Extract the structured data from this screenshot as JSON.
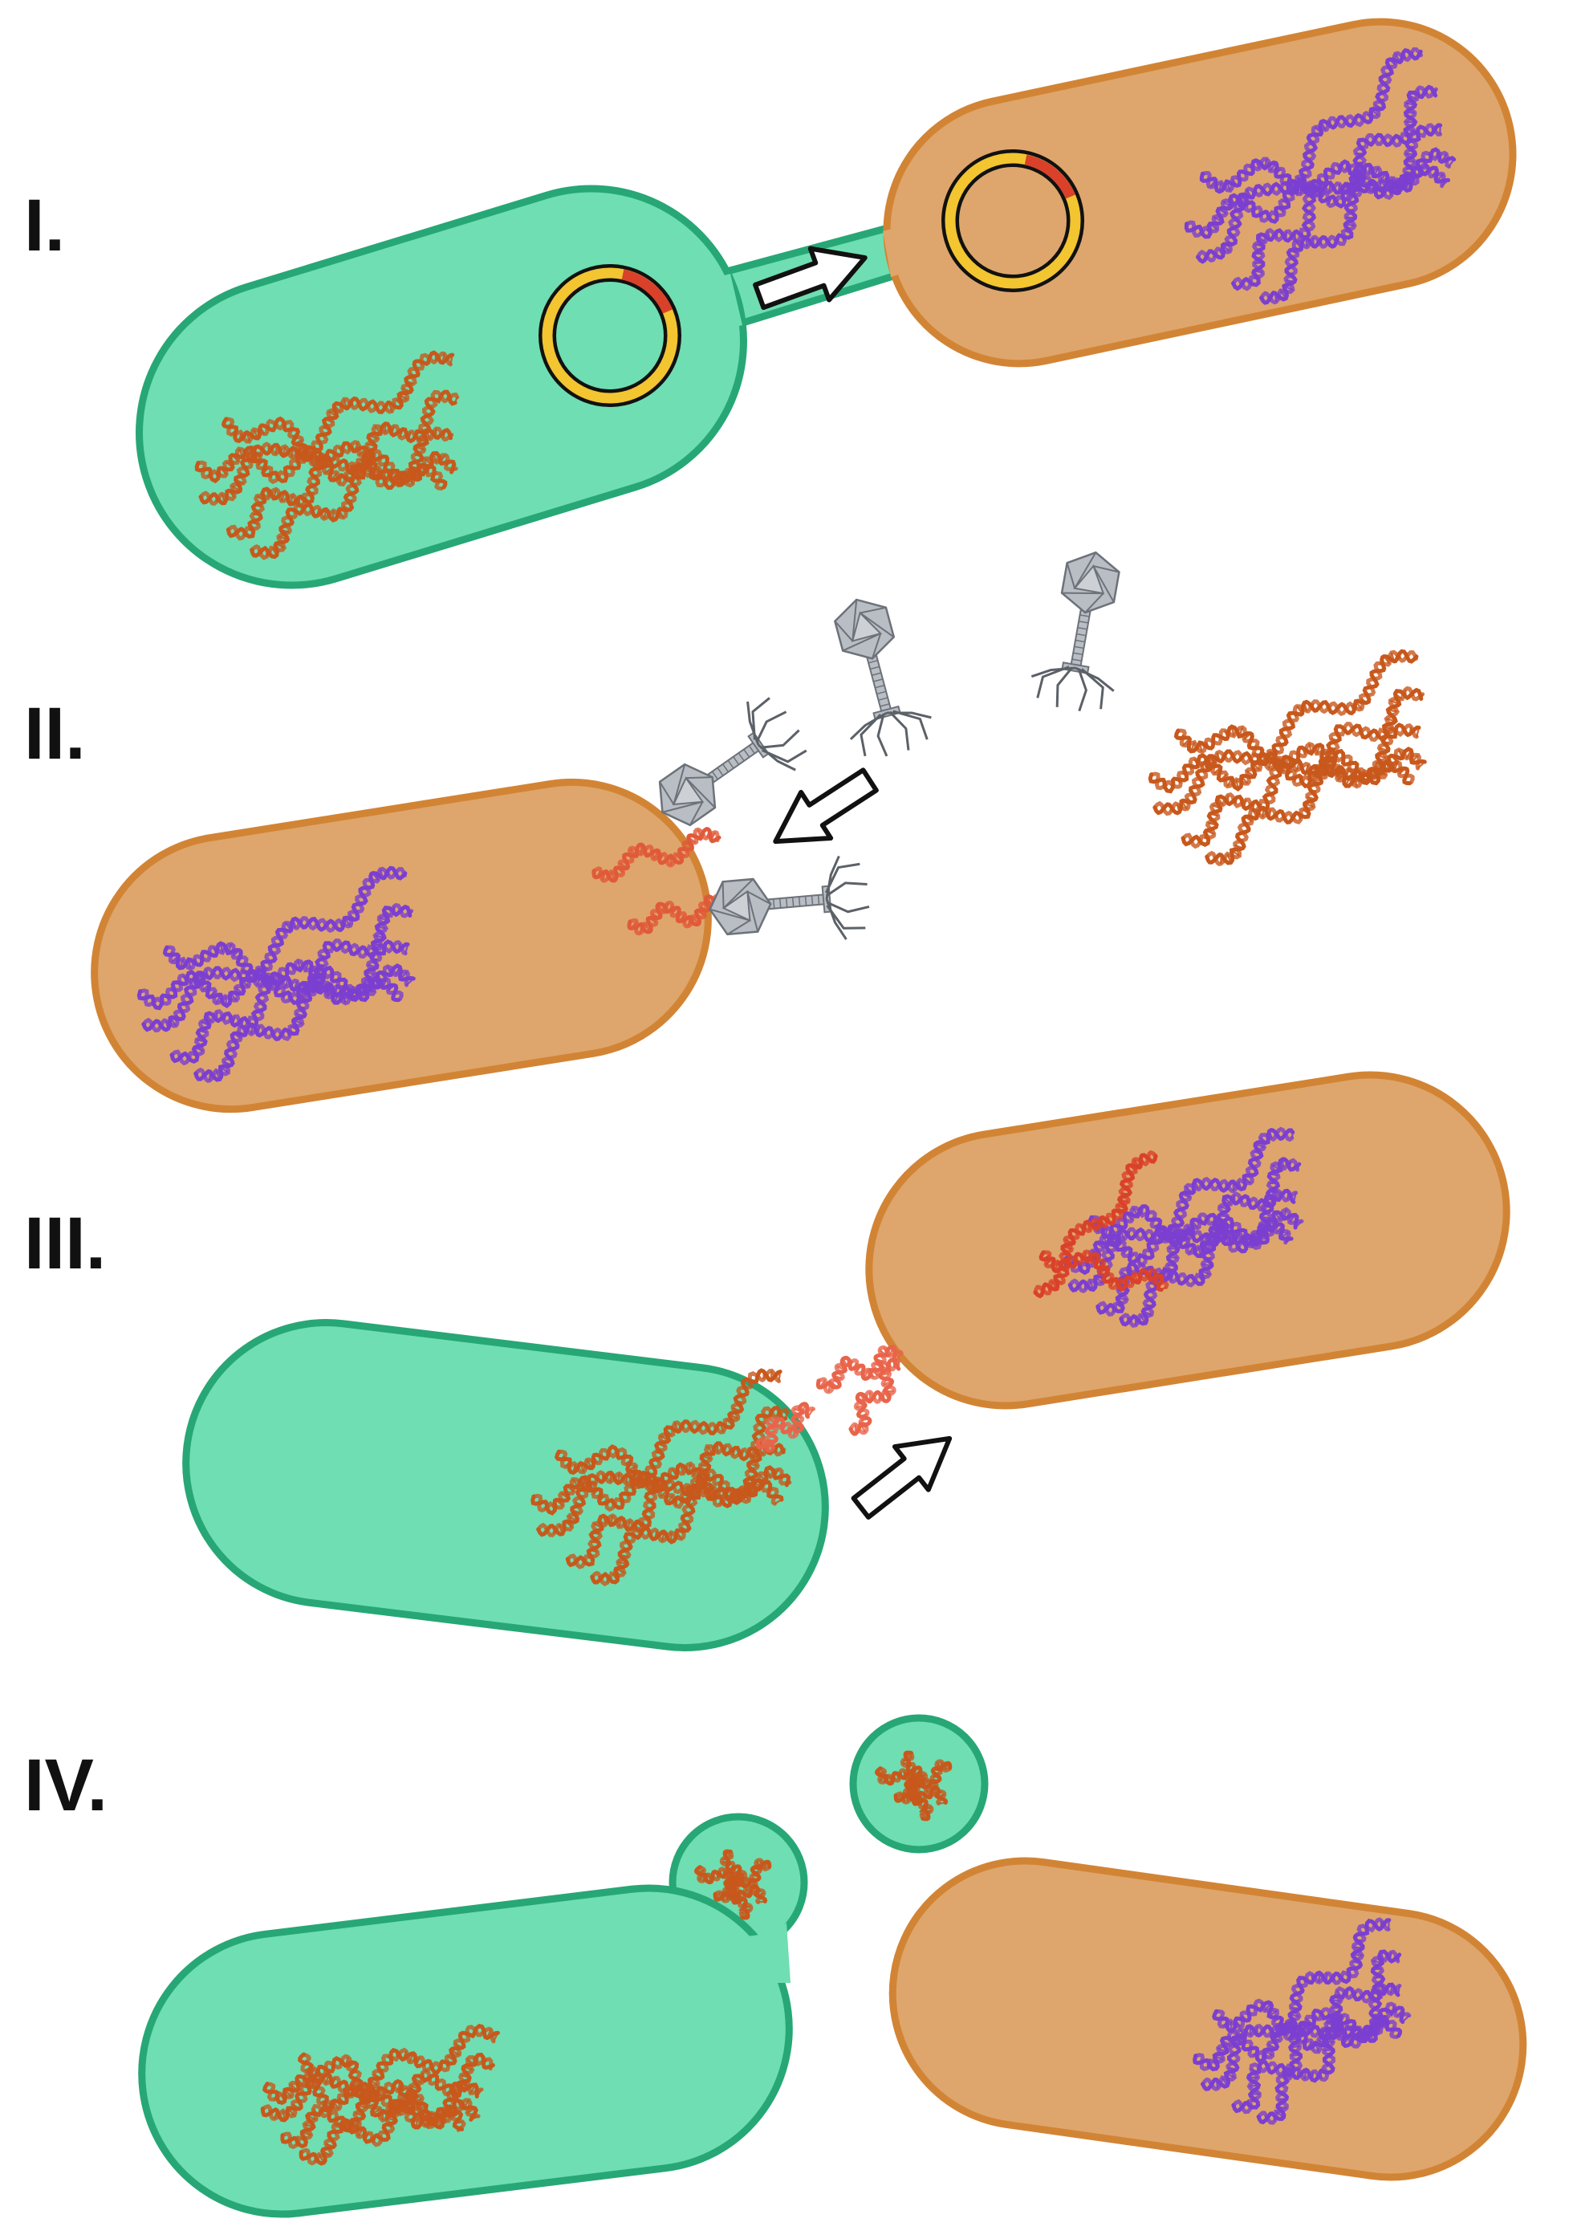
{
  "panels": [
    {
      "label": "I."
    },
    {
      "label": "II."
    },
    {
      "label": "III."
    },
    {
      "label": "IV."
    }
  ],
  "colors": {
    "donor_cell_fill": "#6fdeb2",
    "donor_cell_outline": "#27a776",
    "recipient_cell_fill": "#dea66c",
    "recipient_cell_outline": "#d28435",
    "donor_dna": "#c8581c",
    "donor_dna_fragment": "#e8644a",
    "recipient_dna": "#7b3fd1",
    "plasmid_ring": "#f2c531",
    "plasmid_gene": "#d9412b",
    "phage": "#b9bdc4",
    "phage_outline": "#6d727a",
    "arrow": "#ffffff"
  },
  "icons": [
    "plasmid-icon",
    "bacteriophage-icon",
    "dna-icon",
    "direction-arrow-icon",
    "vesicle-icon"
  ]
}
